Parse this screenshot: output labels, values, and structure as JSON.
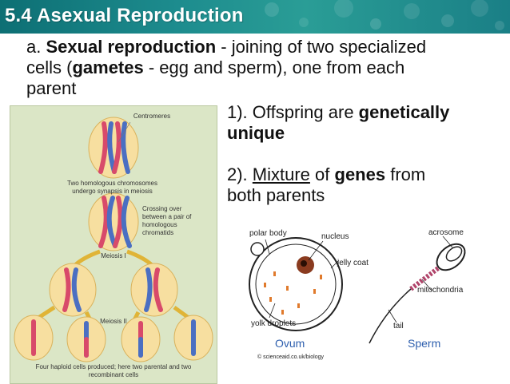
{
  "header": {
    "title": "5.4 Asexual Reproduction",
    "accent_color": "#1a8a8c"
  },
  "main": {
    "line1_prefix": "a. ",
    "line1_bold": "Sexual reproduction",
    "line1_rest": " - joining of two specialized",
    "line2_start": "cells (",
    "line2_bold": "gametes",
    "line2_rest": " - egg and sperm), one from each",
    "line3": "parent"
  },
  "points": {
    "p1_prefix": "1). Offspring are ",
    "p1_bold": "genetically",
    "p1_bold2": "unique",
    "p2_prefix": "2). ",
    "p2_underline": "Mixture",
    "p2_mid": " of ",
    "p2_bold": "genes",
    "p2_rest": " from",
    "p2_line2": "both parents"
  },
  "meiosis_figure": {
    "centromeres": "Centromeres",
    "synapsis": "Two homologous chromosomes undergo synapsis in meiosis",
    "crossing": "Crossing over between a pair of homologous chromatids",
    "meiosis1": "Meiosis I",
    "meiosis2": "Meiosis II",
    "caption": "Four haploid cells produced; here two parental and two recombinant cells"
  },
  "gametes_figure": {
    "polar_body": "polar body",
    "nucleus": "nucleus",
    "jelly_coat": "jelly coat",
    "yolk": "yolk droplets",
    "ovum": "Ovum",
    "acrosome": "acrosome",
    "mitochondria": "mitochondria",
    "tail": "tail",
    "sperm": "Sperm",
    "credit": "© scienceaid.co.uk/biology"
  }
}
